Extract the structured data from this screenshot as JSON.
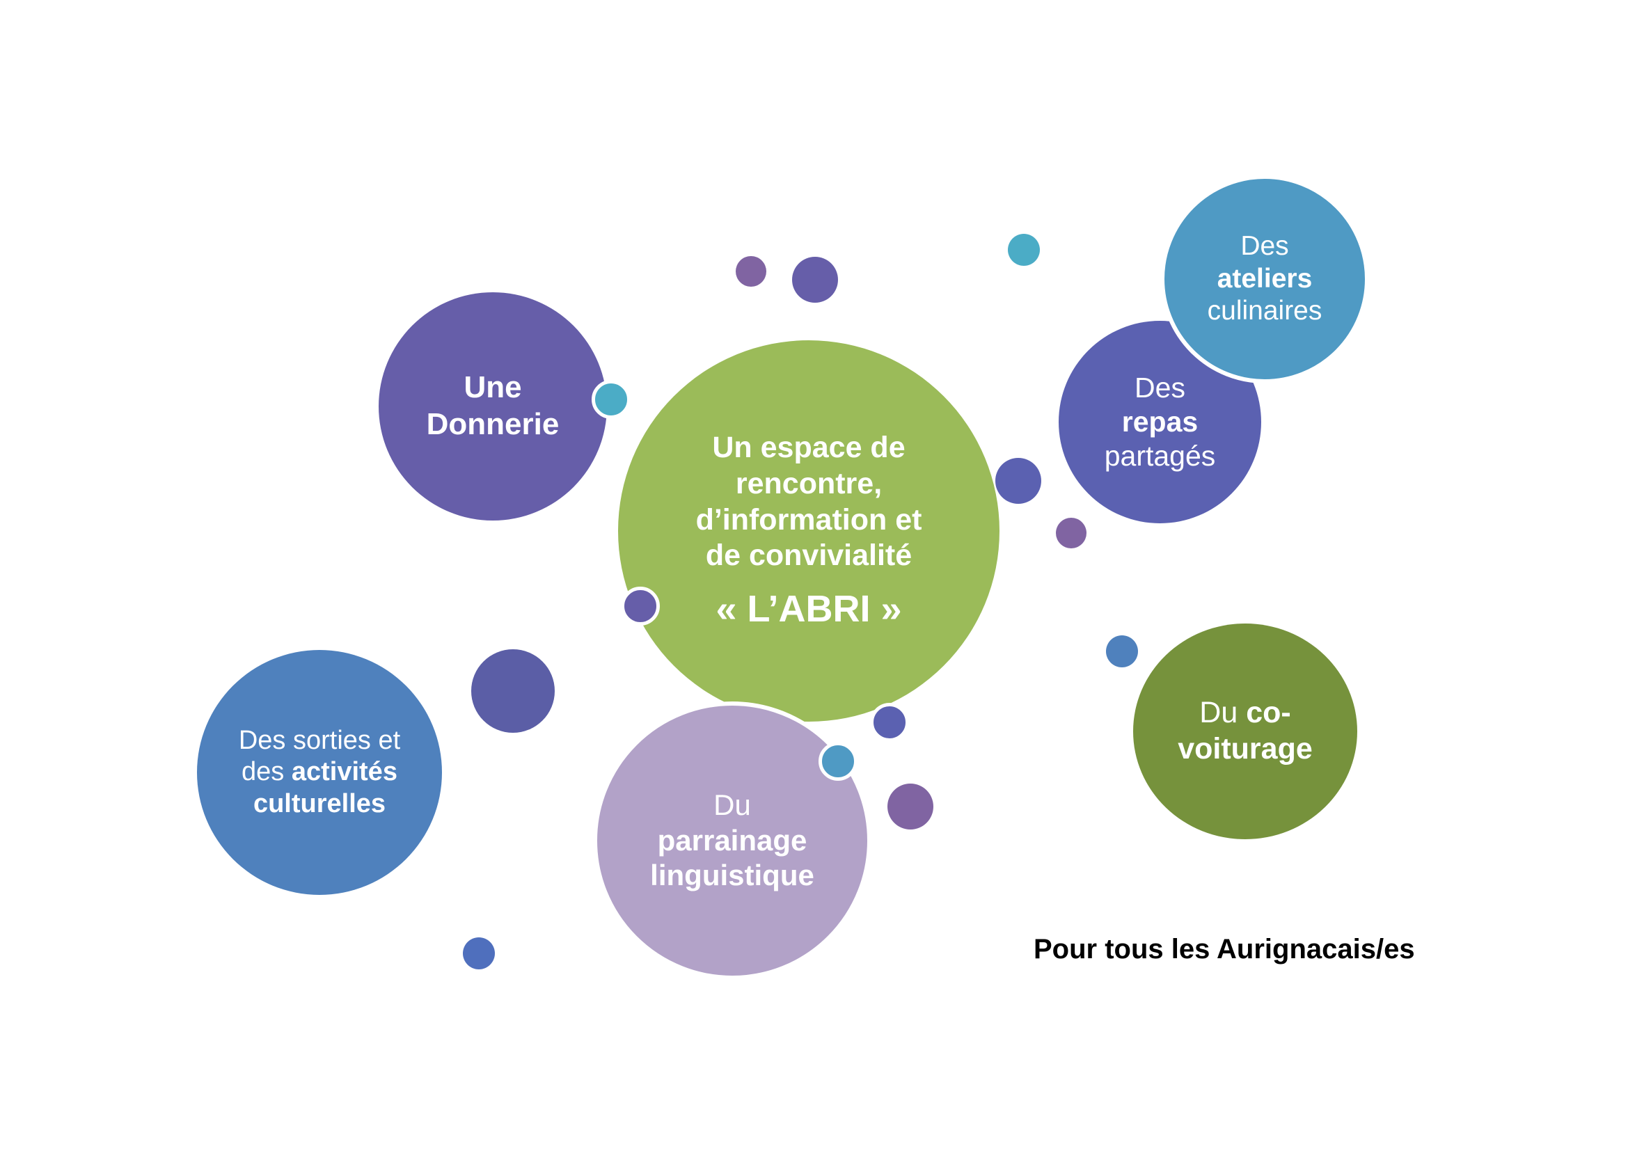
{
  "colors": {
    "center": "#9bbb59",
    "donnerie": "#665ea9",
    "sorties": "#4f81bd",
    "parrainage": "#b2a2c8",
    "repas": "#5b61b1",
    "ateliers": "#4f9ac4",
    "covoiturage": "#76923c",
    "dot_purple": "#8064a2",
    "dot_violet": "#5b5ea6",
    "dot_teal": "#4bacc6",
    "dot_blue": "#4f81bd"
  },
  "center": {
    "line1": "Un espace de",
    "line2": "rencontre,",
    "line3": "d’information et",
    "line4": "de convivialité",
    "title": "« L’ABRI »"
  },
  "donnerie": {
    "line1": "Une",
    "line2": "Donnerie"
  },
  "sorties": {
    "line1": "Des sorties et",
    "line2_normal": "des ",
    "line2_bold": "activités",
    "line3": "culturelles"
  },
  "parrainage": {
    "line1": "Du",
    "line2": "parrainage",
    "line3": "linguistique"
  },
  "repas": {
    "line1": "Des",
    "line2": "repas",
    "line3": "partagés"
  },
  "ateliers": {
    "line1": "Des",
    "line2": "ateliers",
    "line3": "culinaires"
  },
  "covoiturage": {
    "line1_normal": "Du ",
    "line1_bold": "co-",
    "line2": "voiturage"
  },
  "footer": {
    "text": "Pour tous les Aurignacais/es"
  }
}
